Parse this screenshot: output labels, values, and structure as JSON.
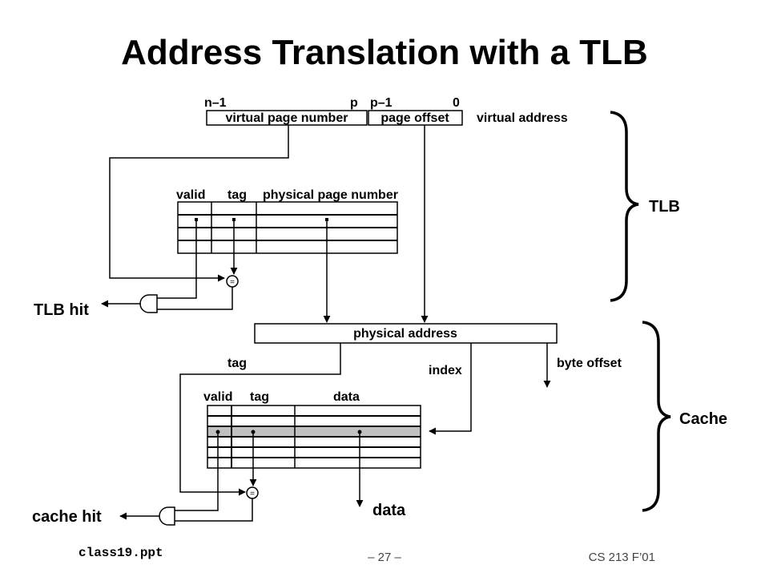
{
  "title": "Address Translation with a TLB",
  "virtual_address": {
    "bit_labels": {
      "n_minus_1": "n–1",
      "p": "p",
      "p_minus_1": "p–1",
      "zero": "0"
    },
    "vpn_label": "virtual page number",
    "offset_label": "page offset",
    "caption": "virtual address"
  },
  "tlb": {
    "headers": {
      "valid": "valid",
      "tag": "tag",
      "ppn": "physical page number"
    },
    "comparator": "=",
    "hit_label": "TLB hit",
    "brace_label": "TLB"
  },
  "physical_address": {
    "label": "physical address",
    "tag_label": "tag",
    "index_label": "index",
    "byte_offset_label": "byte offset"
  },
  "cache": {
    "headers": {
      "valid": "valid",
      "tag": "tag",
      "data": "data"
    },
    "comparator": "=",
    "hit_label": "cache hit",
    "data_out_label": "data",
    "brace_label": "Cache",
    "selected_row_color": "#c0c0c0"
  },
  "footer": {
    "file": "class19.ppt",
    "page": "– 27 –",
    "course": "CS 213 F’01"
  }
}
